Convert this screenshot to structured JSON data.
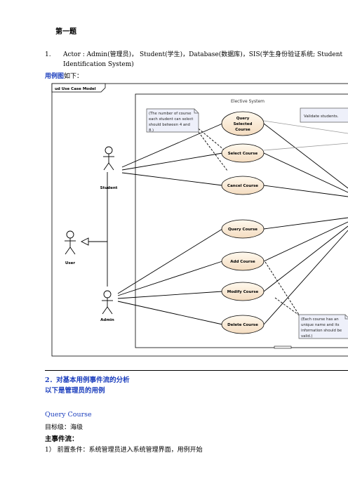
{
  "doc": {
    "heading": "第一题",
    "item_num": "1.",
    "item_line1": "Actor : Admin(管理员)，  Student(学生)，Database(数据库)，SIS(学生身份验证系统; Student",
    "item_line2": "Identification System)",
    "usecase_bold": "用例图",
    "usecase_rest": "如下：",
    "section2": "2．对基本用例事件流的分析",
    "section2_sub": "以下是管理员的用例",
    "qc_title": "Query Course",
    "level": "目标级：海级",
    "main_flow": "主事件流：",
    "step1": "1）  前置条件：系统管理员进入系统管理界面，用例开始"
  },
  "diagram": {
    "frame_title": "ud Use Case Model",
    "system_title": "Elective System",
    "actors": {
      "student": "Student",
      "user": "User",
      "admin": "Admin"
    },
    "usecases": {
      "query_selected": [
        "Query",
        "Selected",
        "Course"
      ],
      "select": "Select Course",
      "cancel": "Cancel Course",
      "query": "Query Course",
      "add": "Add Course",
      "modify": "Modify Course",
      "delete": "Delete Course"
    },
    "notes": {
      "count": [
        "(The number of course",
        "each student can select",
        "should between 4 and",
        "8.)"
      ],
      "validate": "Validate students.",
      "unique": [
        "(Each course has an",
        "unique name and its",
        "information should be",
        "valid.)"
      ]
    }
  }
}
